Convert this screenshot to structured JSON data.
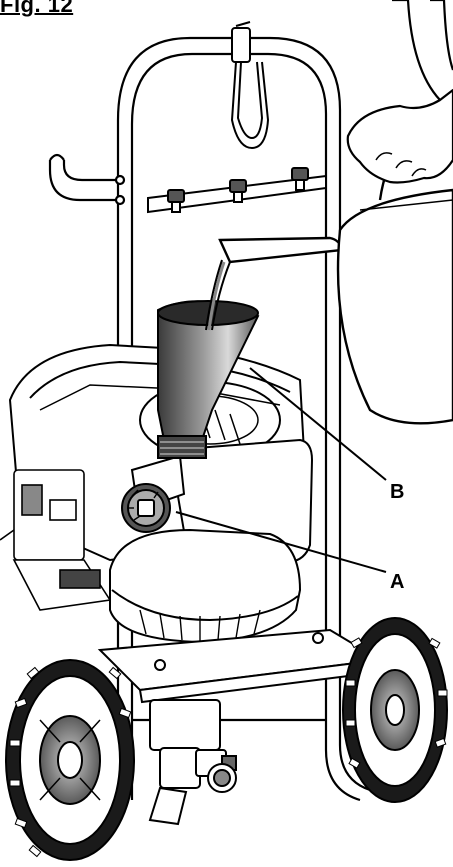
{
  "figure": {
    "title": "Fig. 12"
  },
  "callouts": {
    "a": "A",
    "b": "B"
  },
  "colors": {
    "line": "#000000",
    "funnel_dark": "#3a3a3a",
    "funnel_light": "#d9d9d9",
    "tread": "#1a1a1a",
    "background": "#ffffff"
  }
}
